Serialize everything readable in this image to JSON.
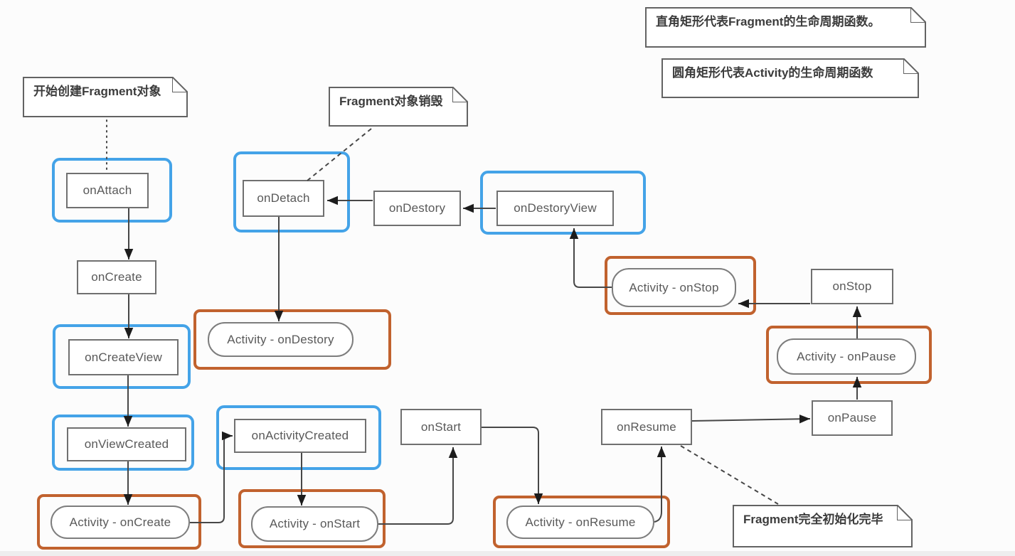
{
  "diagram": {
    "title_hint": "Fragment / Activity lifecycle flow",
    "notes": {
      "start_fragment": "开始创建Fragment对象",
      "fragment_destroyed": "Fragment对象销毁",
      "legend_rect": "直角矩形代表Fragment的生命周期函数。",
      "legend_round": "圆角矩形代表Activity的生命周期函数",
      "fragment_initialized": "Fragment完全初始化完毕"
    },
    "fragment_nodes": {
      "on_attach": "onAttach",
      "on_create": "onCreate",
      "on_create_view": "onCreateView",
      "on_view_created": "onViewCreated",
      "on_activity_created": "onActivityCreated",
      "on_start": "onStart",
      "on_resume": "onResume",
      "on_pause": "onPause",
      "on_stop": "onStop",
      "on_destory": "onDestory",
      "on_destory_view": "onDestoryView",
      "on_detach": "onDetach"
    },
    "activity_nodes": {
      "on_create": "Activity - onCreate",
      "on_start": "Activity - onStart",
      "on_resume": "Activity - onResume",
      "on_pause": "Activity - onPause",
      "on_stop": "Activity - onStop",
      "on_destory": "Activity - onDestory"
    },
    "colors": {
      "fragment_highlight": "#44a3e8",
      "activity_highlight": "#c1622e",
      "node_border": "#707070",
      "connector": "#444444",
      "page_background": "#fcfcfc"
    }
  }
}
